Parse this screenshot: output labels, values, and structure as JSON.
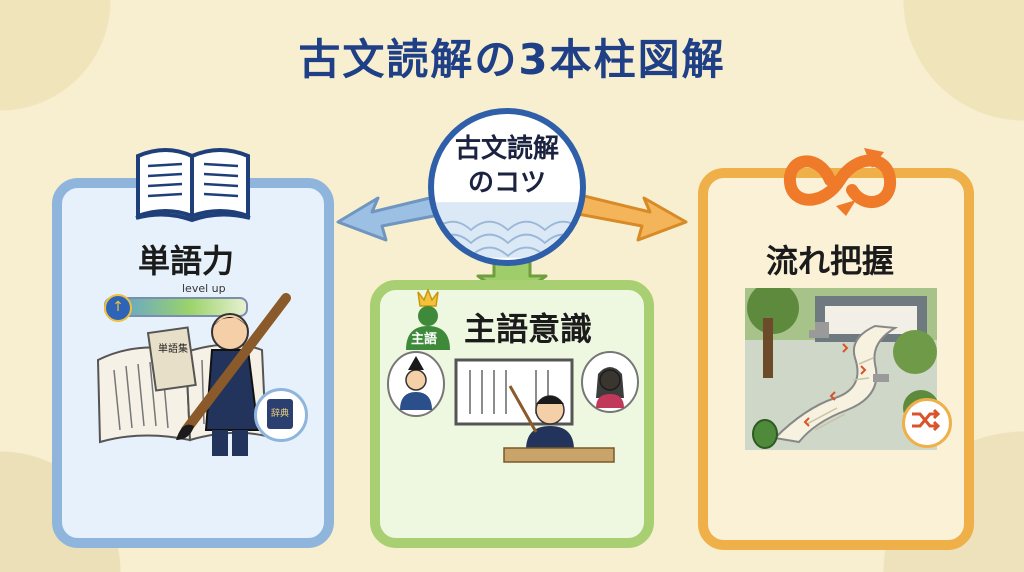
{
  "title": "古文読解の3本柱図解",
  "hub": {
    "label": "古文読解\nのコツ"
  },
  "pillars": [
    {
      "label": "単語力",
      "badge": "level up",
      "book_spine": "単語集",
      "dictionary": "辞典"
    },
    {
      "label": "主語意識",
      "badge": "主語"
    },
    {
      "label": "流れ把握"
    }
  ],
  "colors": {
    "blue": "#8fb5dd",
    "green": "#a8cf72",
    "orange": "#efb04a",
    "title": "#1f3f86",
    "hub_border": "#2f5fa8"
  }
}
